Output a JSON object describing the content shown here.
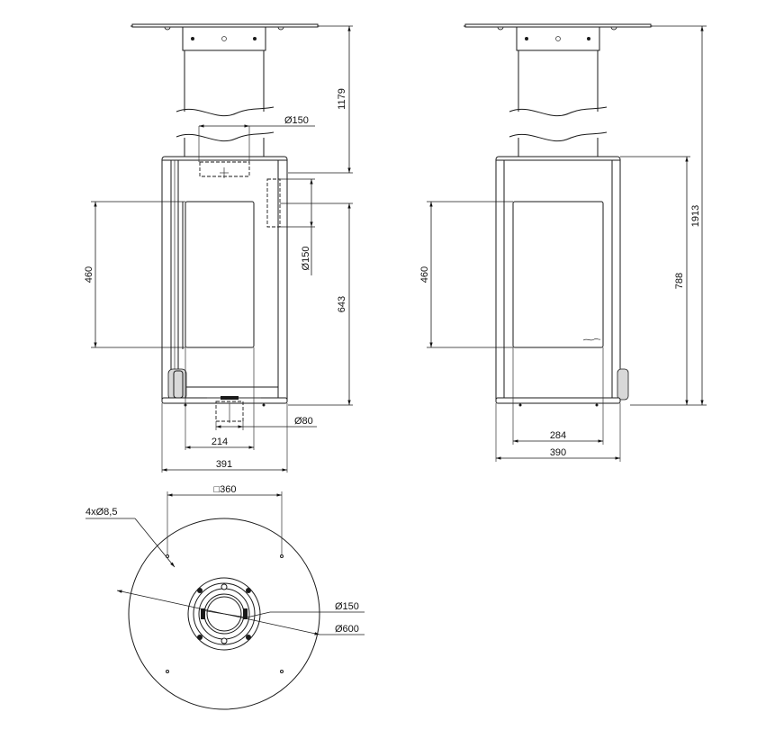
{
  "front_view": {
    "dim_flue_height": "1179",
    "dim_flue_top_diameter": "Ø150",
    "dim_flue_side_diameter": "Ø150",
    "dim_window_height": "460",
    "dim_rear_outlet_height": "643",
    "dim_air_intake_diameter": "Ø80",
    "dim_window_width": "214",
    "dim_total_width": "391"
  },
  "side_view": {
    "dim_total_height": "1913",
    "dim_body_height": "788",
    "dim_window_height": "460",
    "dim_window_width": "284",
    "dim_total_depth": "390"
  },
  "top_view": {
    "dim_hole_spacing": "□360",
    "dim_holes": "4xØ8,5",
    "dim_flue_diameter": "Ø150",
    "dim_plate_diameter": "Ø600"
  }
}
